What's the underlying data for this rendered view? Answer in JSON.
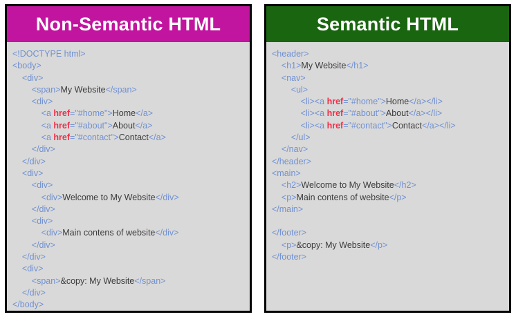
{
  "panels": [
    {
      "title": "Non-Semantic HTML",
      "title_bg": "#c2159f",
      "lines": [
        [
          {
            "t": "tag",
            "s": "&lt;!DOCTYPE html&gt;"
          }
        ],
        [
          {
            "t": "tag",
            "s": "&lt;body&gt;"
          }
        ],
        [
          {
            "t": "tag",
            "s": "    &lt;div&gt;"
          }
        ],
        [
          {
            "t": "tag",
            "s": "        &lt;span&gt;"
          },
          {
            "t": "txt",
            "s": "My Website"
          },
          {
            "t": "tag",
            "s": "&lt;/span&gt;"
          }
        ],
        [
          {
            "t": "tag",
            "s": "        &lt;div&gt;"
          }
        ],
        [
          {
            "t": "tag",
            "s": "            &lt;a "
          },
          {
            "t": "attr",
            "s": "href"
          },
          {
            "t": "val",
            "s": "=\"#home\"&gt;"
          },
          {
            "t": "txt",
            "s": "Home"
          },
          {
            "t": "tag",
            "s": "&lt;/a&gt;"
          }
        ],
        [
          {
            "t": "tag",
            "s": "            &lt;a "
          },
          {
            "t": "attr",
            "s": "href"
          },
          {
            "t": "val",
            "s": "=\"#about\"&gt;"
          },
          {
            "t": "txt",
            "s": "About"
          },
          {
            "t": "tag",
            "s": "&lt;/a&gt;"
          }
        ],
        [
          {
            "t": "tag",
            "s": "            &lt;a "
          },
          {
            "t": "attr",
            "s": "href"
          },
          {
            "t": "val",
            "s": "=\"#contact\"&gt;"
          },
          {
            "t": "txt",
            "s": "Contact"
          },
          {
            "t": "tag",
            "s": "&lt;/a&gt;"
          }
        ],
        [
          {
            "t": "tag",
            "s": "        &lt;/div&gt;"
          }
        ],
        [
          {
            "t": "tag",
            "s": "    &lt;/div&gt;"
          }
        ],
        [
          {
            "t": "tag",
            "s": "    &lt;div&gt;"
          }
        ],
        [
          {
            "t": "tag",
            "s": "        &lt;div&gt;"
          }
        ],
        [
          {
            "t": "tag",
            "s": "            &lt;div&gt;"
          },
          {
            "t": "txt",
            "s": "Welcome to My Website"
          },
          {
            "t": "tag",
            "s": "&lt;/div&gt;"
          }
        ],
        [
          {
            "t": "tag",
            "s": "        &lt;/div&gt;"
          }
        ],
        [
          {
            "t": "tag",
            "s": "        &lt;div&gt;"
          }
        ],
        [
          {
            "t": "tag",
            "s": "            &lt;div&gt;"
          },
          {
            "t": "txt",
            "s": "Main contens of website"
          },
          {
            "t": "tag",
            "s": "&lt;/div&gt;"
          }
        ],
        [
          {
            "t": "tag",
            "s": "        &lt;/div&gt;"
          }
        ],
        [
          {
            "t": "tag",
            "s": "    &lt;/div&gt;"
          }
        ],
        [
          {
            "t": "tag",
            "s": "    &lt;div&gt;"
          }
        ],
        [
          {
            "t": "tag",
            "s": "        &lt;span&gt;"
          },
          {
            "t": "txt",
            "s": "&amp;copy: My Website"
          },
          {
            "t": "tag",
            "s": "&lt;/span&gt;"
          }
        ],
        [
          {
            "t": "tag",
            "s": "    &lt;/div&gt;"
          }
        ],
        [
          {
            "t": "tag",
            "s": "&lt;/body&gt;"
          }
        ]
      ]
    },
    {
      "title": "Semantic HTML",
      "title_bg": "#1a6610",
      "lines": [
        [
          {
            "t": "tag",
            "s": "&lt;header&gt;"
          }
        ],
        [
          {
            "t": "tag",
            "s": "    &lt;h1&gt;"
          },
          {
            "t": "txt",
            "s": "My Website"
          },
          {
            "t": "tag",
            "s": "&lt;/h1&gt;"
          }
        ],
        [
          {
            "t": "tag",
            "s": "    &lt;nav&gt;"
          }
        ],
        [
          {
            "t": "tag",
            "s": "        &lt;ul&gt;"
          }
        ],
        [
          {
            "t": "tag",
            "s": "            &lt;li&gt;&lt;a "
          },
          {
            "t": "attr",
            "s": "href"
          },
          {
            "t": "val",
            "s": "=\"#home\"&gt;"
          },
          {
            "t": "txt",
            "s": "Home"
          },
          {
            "t": "tag",
            "s": "&lt;/a&gt;&lt;/li&gt;"
          }
        ],
        [
          {
            "t": "tag",
            "s": "            &lt;li&gt;&lt;a "
          },
          {
            "t": "attr",
            "s": "href"
          },
          {
            "t": "val",
            "s": "=\"#about\"&gt;"
          },
          {
            "t": "txt",
            "s": "About"
          },
          {
            "t": "tag",
            "s": "&lt;/a&gt;&lt;/li&gt;"
          }
        ],
        [
          {
            "t": "tag",
            "s": "            &lt;li&gt;&lt;a "
          },
          {
            "t": "attr",
            "s": "href"
          },
          {
            "t": "val",
            "s": "=\"#contact\"&gt;"
          },
          {
            "t": "txt",
            "s": "Contact"
          },
          {
            "t": "tag",
            "s": "&lt;/a&gt;&lt;/li&gt;"
          }
        ],
        [
          {
            "t": "tag",
            "s": "        &lt;/ul&gt;"
          }
        ],
        [
          {
            "t": "tag",
            "s": "    &lt;/nav&gt;"
          }
        ],
        [
          {
            "t": "tag",
            "s": "&lt;/header&gt;"
          }
        ],
        [
          {
            "t": "tag",
            "s": "&lt;main&gt;"
          }
        ],
        [
          {
            "t": "tag",
            "s": "    &lt;h2&gt;"
          },
          {
            "t": "txt",
            "s": "Welcome to My Website"
          },
          {
            "t": "tag",
            "s": "&lt;/h2&gt;"
          }
        ],
        [
          {
            "t": "tag",
            "s": "    &lt;p&gt;"
          },
          {
            "t": "txt",
            "s": "Main contens of website"
          },
          {
            "t": "tag",
            "s": "&lt;/p&gt;"
          }
        ],
        [
          {
            "t": "tag",
            "s": "&lt;/main&gt;"
          }
        ],
        [
          {
            "t": "txt",
            "s": " "
          }
        ],
        [
          {
            "t": "tag",
            "s": "&lt;/footer&gt;"
          }
        ],
        [
          {
            "t": "tag",
            "s": "    &lt;p&gt;"
          },
          {
            "t": "txt",
            "s": "&amp;copy: My Website"
          },
          {
            "t": "tag",
            "s": "&lt;/p&gt;"
          }
        ],
        [
          {
            "t": "tag",
            "s": "&lt;/footer&gt;"
          }
        ]
      ]
    }
  ]
}
